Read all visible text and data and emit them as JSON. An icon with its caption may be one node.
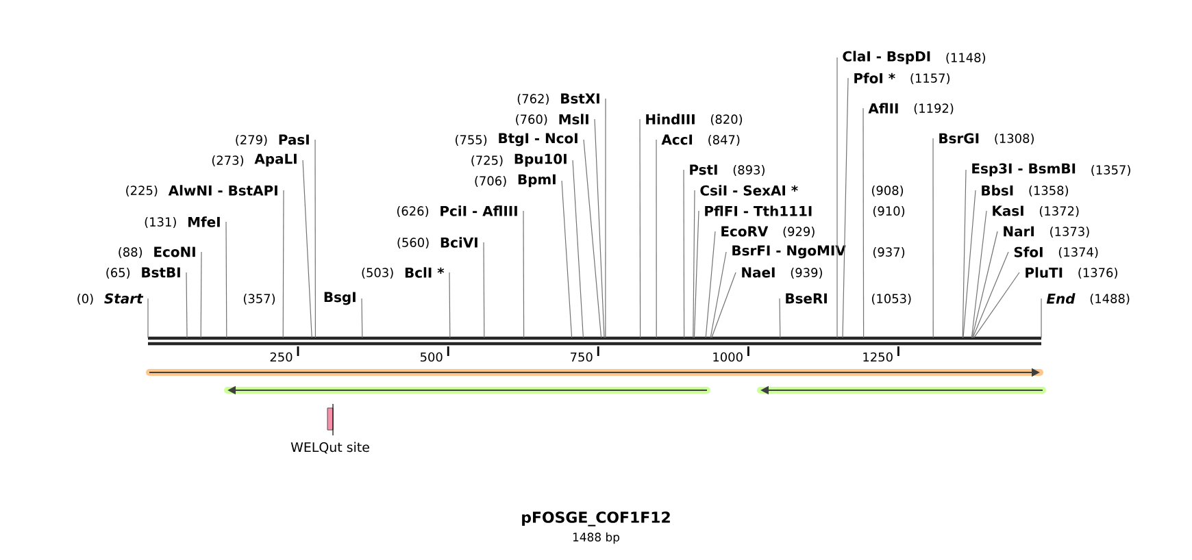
{
  "diagram": {
    "title": "pFOSGE_COF1F12",
    "caption": "1488 bp",
    "nodes": [
      {
        "text": [
          "Start"
        ],
        "beside": [
          "(0)"
        ]
      },
      {
        "text": [
          "BstBI"
        ],
        "beside": [
          "(65)"
        ]
      },
      {
        "text": [
          "EcoNI"
        ],
        "beside": [
          "(88)"
        ]
      },
      {
        "text": [
          "MfeI"
        ],
        "beside": [
          "(131)"
        ]
      },
      {
        "text": [
          "AlwNI - BstAPI"
        ],
        "beside": [
          "(225)"
        ]
      },
      {
        "text": [
          "ApaLI"
        ],
        "beside": [
          "(273)"
        ]
      },
      {
        "text": [
          "PasI"
        ],
        "beside": [
          "(279)"
        ]
      },
      {
        "text": [
          "BsgI"
        ]
      },
      {
        "text": [
          "BclI *"
        ],
        "beside": [
          "(503)"
        ]
      },
      {
        "text": [
          "BciVI"
        ],
        "beside": [
          "(560)"
        ]
      },
      {
        "text": [
          "PciI - AflIII"
        ],
        "beside": [
          "(626)"
        ]
      },
      {
        "text": [
          "BpmI"
        ],
        "beside": [
          "(706)"
        ]
      },
      {
        "text": [
          "Bpu10I"
        ],
        "beside": [
          "(725)"
        ]
      },
      {
        "text": [
          "BtgI - NcoI"
        ],
        "beside": [
          "(755)"
        ]
      },
      {
        "text": [
          "MslI"
        ],
        "beside": [
          "(760)"
        ]
      },
      {
        "text": [
          "BstXI"
        ],
        "beside": [
          "(762)"
        ]
      },
      {
        "text": [
          "HindIII"
        ],
        "beside": [
          "(820)"
        ]
      },
      {
        "text": [
          "AccI"
        ],
        "beside": [
          "(847)"
        ]
      },
      {
        "text": [
          "PstI"
        ],
        "beside": [
          "(893)"
        ]
      },
      {
        "text": [
          "CsiI - SexAI *"
        ],
        "beside": [
          "(908)"
        ]
      },
      {
        "text": [
          "PflFI - Tth111I"
        ],
        "beside": [
          "(910)"
        ]
      },
      {
        "text": [
          "EcoRV"
        ],
        "beside": [
          "(929)"
        ]
      },
      {
        "text": [
          "BsrFI - NgoMIV"
        ],
        "beside": [
          "(937)"
        ]
      },
      {
        "text": [
          "NaeI"
        ],
        "beside": [
          "(939)"
        ]
      },
      {
        "text": [
          "BseRI"
        ]
      },
      {
        "text": [
          "ClaI - BspDI"
        ],
        "beside": [
          "(1148)"
        ]
      },
      {
        "text": [
          "PfoI *"
        ],
        "beside": [
          "(1157)"
        ]
      },
      {
        "text": [
          "AflII"
        ],
        "beside": [
          "(1192)"
        ]
      },
      {
        "text": [
          "BsrGI"
        ],
        "beside": [
          "(1308)"
        ]
      },
      {
        "text": [
          "Esp3I - BsmBI"
        ],
        "beside": [
          "(1357)"
        ]
      },
      {
        "text": [
          "BbsI"
        ],
        "beside": [
          "(1358)"
        ]
      },
      {
        "text": [
          "KasI"
        ],
        "beside": [
          "(1372)"
        ]
      },
      {
        "text": [
          "NarI"
        ],
        "beside": [
          "(1373)"
        ]
      },
      {
        "text": [
          "SfoI"
        ],
        "beside": [
          "(1374)"
        ]
      },
      {
        "text": [
          "PluTI"
        ],
        "beside": [
          "(1376)"
        ]
      },
      {
        "text": [
          "End"
        ],
        "beside": [
          "(1488)"
        ]
      },
      {
        "text": [
          "WELQut site"
        ]
      }
    ],
    "edges": [
      {
        "from": 0,
        "to": null,
        "arrow": "none"
      },
      {
        "from": 1,
        "to": null,
        "arrow": "none"
      },
      {
        "from": 2,
        "to": null,
        "arrow": "none"
      },
      {
        "from": 3,
        "to": null,
        "arrow": "none"
      },
      {
        "from": 4,
        "to": null,
        "arrow": "none"
      },
      {
        "from": 5,
        "to": null,
        "arrow": "none"
      },
      {
        "from": 6,
        "to": null,
        "arrow": "none"
      },
      {
        "from": 7,
        "to": null,
        "arrow": "none"
      },
      {
        "from": 8,
        "to": null,
        "arrow": "none"
      },
      {
        "from": 9,
        "to": null,
        "arrow": "none"
      },
      {
        "from": 10,
        "to": null,
        "arrow": "none"
      },
      {
        "from": 11,
        "to": null,
        "arrow": "none"
      },
      {
        "from": 12,
        "to": null,
        "arrow": "none"
      },
      {
        "from": 13,
        "to": null,
        "arrow": "none"
      },
      {
        "from": 14,
        "to": null,
        "arrow": "none"
      },
      {
        "from": 15,
        "to": null,
        "arrow": "none"
      },
      {
        "from": 16,
        "to": null,
        "arrow": "none"
      },
      {
        "from": 17,
        "to": null,
        "arrow": "none"
      },
      {
        "from": 18,
        "to": null,
        "arrow": "none"
      },
      {
        "from": 19,
        "to": null,
        "arrow": "none"
      },
      {
        "from": 20,
        "to": null,
        "arrow": "none"
      },
      {
        "from": 21,
        "to": null,
        "arrow": "none"
      },
      {
        "from": 22,
        "to": null,
        "arrow": "none"
      },
      {
        "from": 23,
        "to": null,
        "arrow": "none"
      },
      {
        "from": 24,
        "to": null,
        "arrow": "none"
      },
      {
        "from": 25,
        "to": null,
        "arrow": "none"
      },
      {
        "from": 26,
        "to": null,
        "arrow": "none"
      },
      {
        "from": 27,
        "to": null,
        "arrow": "none"
      },
      {
        "from": 28,
        "to": null,
        "arrow": "none"
      },
      {
        "from": 29,
        "to": null,
        "arrow": "none"
      },
      {
        "from": 30,
        "to": null,
        "arrow": "none"
      },
      {
        "from": 31,
        "to": null,
        "arrow": "none"
      },
      {
        "from": 32,
        "to": null,
        "arrow": "none"
      },
      {
        "from": 33,
        "to": null,
        "arrow": "none"
      },
      {
        "from": 34,
        "to": null,
        "arrow": "none"
      },
      {
        "from": 35,
        "to": null,
        "arrow": "none"
      }
    ],
    "labels": [
      "(357)",
      "(1053)",
      "250",
      "500",
      "750",
      "1000",
      "1250"
    ]
  }
}
